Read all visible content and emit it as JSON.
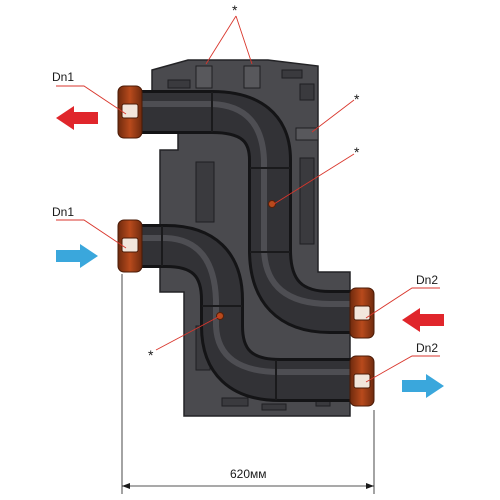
{
  "labels": {
    "dn1_top": "Dn1",
    "dn1_bottom": "Dn1",
    "dn2_top": "Dn2",
    "dn2_bottom": "Dn2",
    "star_top": "*",
    "star_right_1": "*",
    "star_right_2": "*",
    "star_bottom": "*",
    "dimension": "620мм"
  },
  "arrows": [
    {
      "id": "dn1-outlet",
      "direction": "left",
      "color": "#e0262b"
    },
    {
      "id": "dn1-inlet",
      "direction": "right",
      "color": "#3aa7dc"
    },
    {
      "id": "dn2-inlet",
      "direction": "left",
      "color": "#e0262b"
    },
    {
      "id": "dn2-outlet",
      "direction": "right",
      "color": "#3aa7dc"
    }
  ],
  "colors": {
    "insulation": "#4a4a4e",
    "insulation_edge": "#232326",
    "pipe": "#2c2c30",
    "flange": "#9b3b14",
    "leader": "#d9362c",
    "hot_arrow": "#e0262b",
    "cold_arrow": "#3aa7dc"
  }
}
